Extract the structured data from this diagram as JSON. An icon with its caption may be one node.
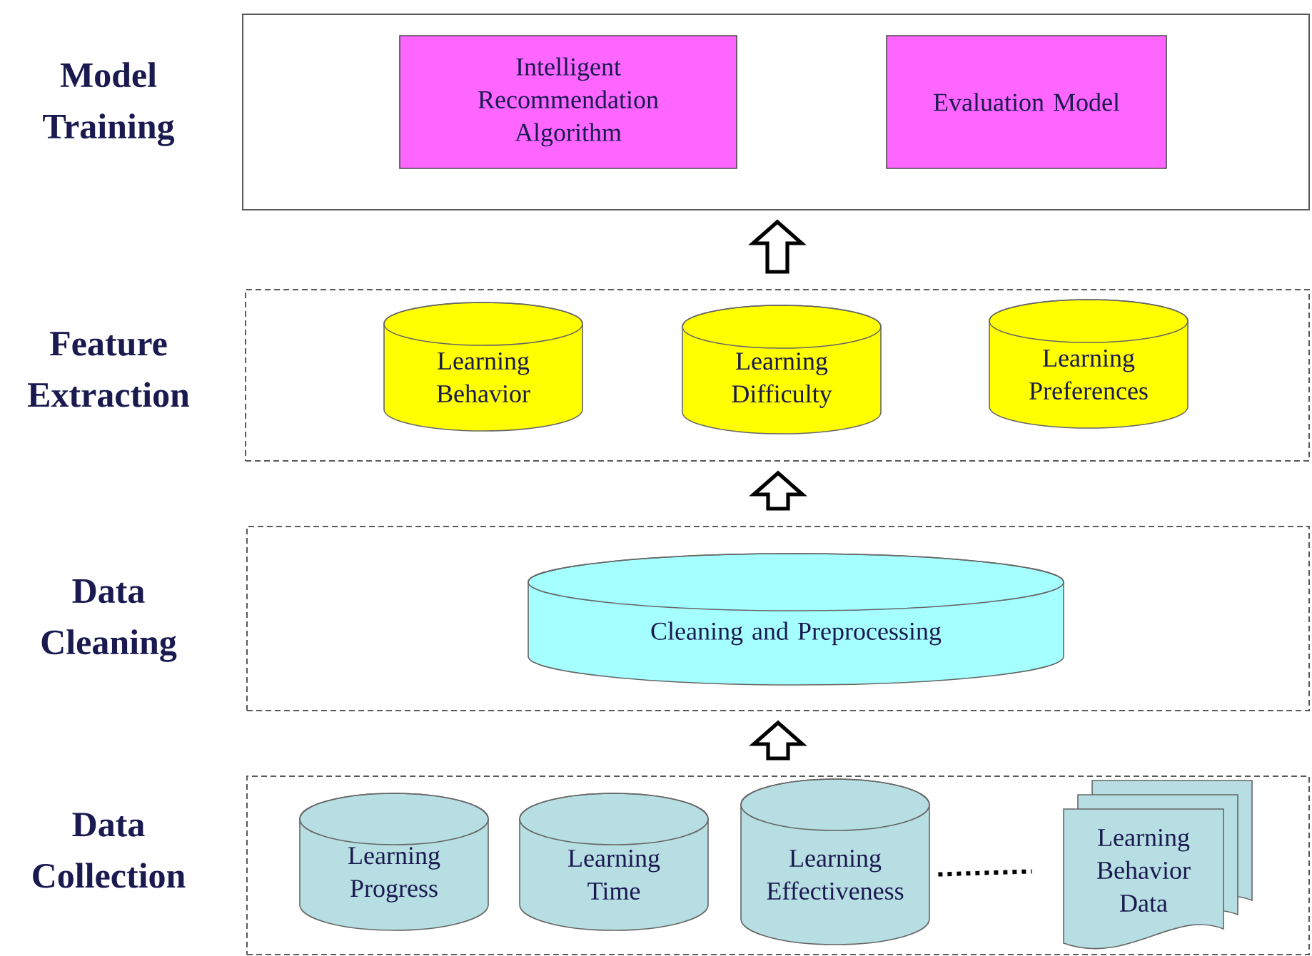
{
  "diagram": {
    "nodes": [
      {
        "text": [
          "Model Training"
        ]
      },
      {
        "text": [
          "Intelligent Recommendation Algorithm"
        ],
        "in": 0
      },
      {
        "text": [
          "Evaluation Model"
        ],
        "in": 0
      },
      {
        "text": [
          "Feature Extraction"
        ]
      },
      {
        "text": [
          "Learning Behavior"
        ],
        "in": 3
      },
      {
        "text": [
          "Learning Difficulty"
        ],
        "in": 3
      },
      {
        "text": [
          "Learning Preferences"
        ],
        "in": 3
      },
      {
        "text": [
          "Data Cleaning"
        ]
      },
      {
        "text": [
          "Cleaning and Preprocessing"
        ],
        "in": 7
      },
      {
        "text": [
          "Data Collection"
        ]
      },
      {
        "text": [
          "Learning Progress"
        ],
        "in": 9
      },
      {
        "text": [
          "Learning Time"
        ],
        "in": 9
      },
      {
        "text": [
          "Learning Effectiveness"
        ],
        "in": 9
      },
      {
        "text": [
          "Learning Behavior Data"
        ],
        "in": 9
      }
    ],
    "edges": [
      {
        "from": 9,
        "to": 7,
        "arrow": "to",
        "style": "thick"
      },
      {
        "from": 7,
        "to": 3,
        "arrow": "to",
        "style": "thick"
      },
      {
        "from": 3,
        "to": 0,
        "arrow": "to",
        "style": "thick"
      },
      {
        "from": 12,
        "to": 13,
        "arrow": "none",
        "style": "dashed"
      }
    ]
  }
}
